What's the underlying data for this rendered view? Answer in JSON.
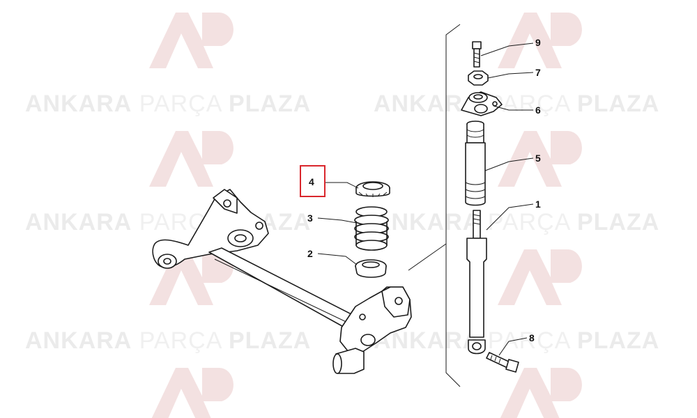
{
  "watermark": {
    "brand_bold_1": "ANKARA",
    "brand_light": "PARÇA",
    "brand_bold_2": "PLAZA",
    "logo_name": "ap-logo-icon",
    "colors": {
      "logo": "#f3e1e1",
      "text": "#ebebeb"
    }
  },
  "callouts": [
    {
      "id": "1",
      "label": "1"
    },
    {
      "id": "2",
      "label": "2"
    },
    {
      "id": "3",
      "label": "3"
    },
    {
      "id": "4",
      "label": "4",
      "highlighted": true
    },
    {
      "id": "5",
      "label": "5"
    },
    {
      "id": "6",
      "label": "6"
    },
    {
      "id": "7",
      "label": "7"
    },
    {
      "id": "8",
      "label": "8"
    },
    {
      "id": "9",
      "label": "9"
    }
  ],
  "highlight_color": "#d9262c"
}
